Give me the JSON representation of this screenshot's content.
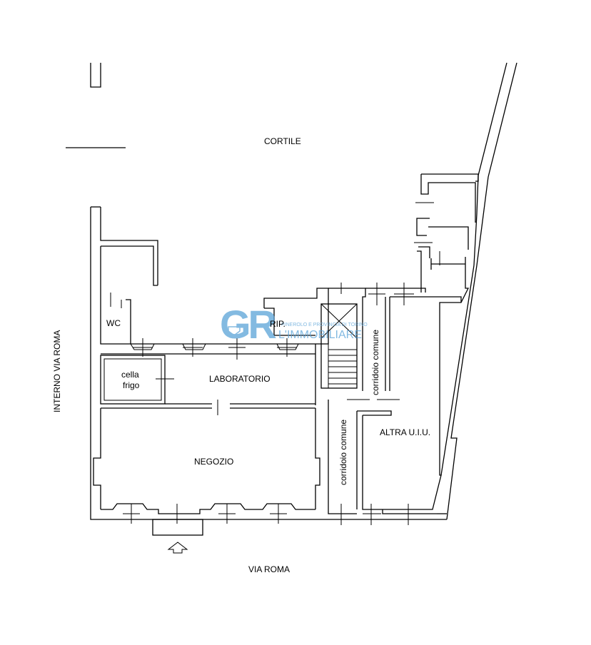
{
  "labels": {
    "cortile": "CORTILE",
    "interno_via_roma": "INTERNO VIA ROMA",
    "via_roma": "VIA ROMA",
    "wc": "WC",
    "cella": "cella",
    "frigo": "frigo",
    "laboratorio": "LABORATORIO",
    "negozio": "NEGOZIO",
    "rip": "RIP.",
    "corridoio_1": "corridoio comune",
    "corridoio_2": "corridoio comune",
    "altra_uiu": "ALTRA U.I.U."
  },
  "watermark": {
    "logo": "GR",
    "tagline": "PINEROLO E PROVINCIA DI TORINO",
    "brand": "L'IMMOBILIARE"
  },
  "colors": {
    "walls": "#000000",
    "watermark": "#5aa3d8"
  },
  "icons": {
    "entrance_arrow": "arrow-up-icon",
    "watermark_arrow": "arrow-down-icon"
  }
}
